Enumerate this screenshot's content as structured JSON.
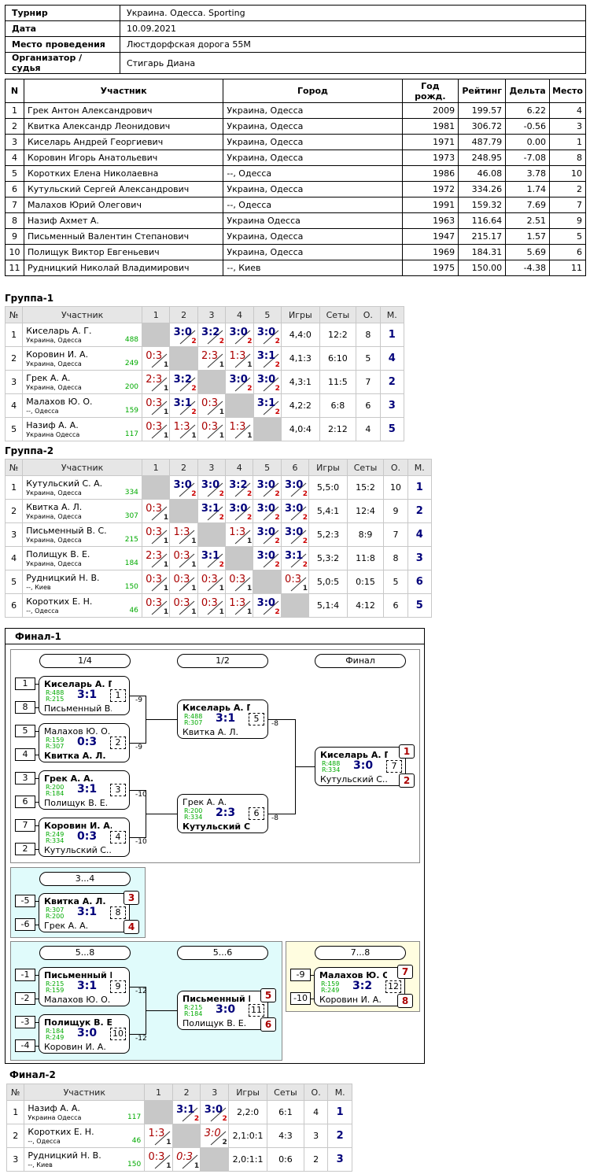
{
  "info": [
    {
      "k": "Турнир",
      "v": "Украина. Одесса. Sporting"
    },
    {
      "k": "Дата",
      "v": "10.09.2021"
    },
    {
      "k": "Место проведения",
      "v": "Люстдорфская дорога 55М"
    },
    {
      "k": "Организатор / судья",
      "v": "Стигарь Диана"
    }
  ],
  "players": {
    "headers": [
      "N",
      "Участник",
      "Город",
      "Год рожд.",
      "Рейтинг",
      "Дельта",
      "Место"
    ],
    "rows": [
      [
        "1",
        "Грек Антон Александрович",
        "Украина, Одесса",
        "2009",
        "199.57",
        "6.22",
        "4"
      ],
      [
        "2",
        "Квитка Александр Леонидович",
        "Украина, Одесса",
        "1981",
        "306.72",
        "-0.56",
        "3"
      ],
      [
        "3",
        "Киселарь Андрей Георгиевич",
        "Украина, Одесса",
        "1971",
        "487.79",
        "0.00",
        "1"
      ],
      [
        "4",
        "Коровин Игорь Анатольевич",
        "Украина, Одесса",
        "1973",
        "248.95",
        "-7.08",
        "8"
      ],
      [
        "5",
        "Коротких Елена Николаевна",
        "--, Одесса",
        "1986",
        "46.08",
        "3.78",
        "10"
      ],
      [
        "6",
        "Кутульский Сергей Александрович",
        "Украина, Одесса",
        "1972",
        "334.26",
        "1.74",
        "2"
      ],
      [
        "7",
        "Малахов Юрий Олегович",
        "--, Одесса",
        "1991",
        "159.32",
        "7.69",
        "7"
      ],
      [
        "8",
        "Назиф Ахмет А.",
        "Украина Одесса",
        "1963",
        "116.64",
        "2.51",
        "9"
      ],
      [
        "9",
        "Письменный Валентин Степанович",
        "Украина, Одесса",
        "1947",
        "215.17",
        "1.57",
        "5"
      ],
      [
        "10",
        "Полищук Виктор Евгеньевич",
        "Украина, Одесса",
        "1969",
        "184.31",
        "5.69",
        "6"
      ],
      [
        "11",
        "Рудницкий Николай Владимирович",
        "--, Киев",
        "1975",
        "150.00",
        "-4.38",
        "11"
      ]
    ]
  },
  "group1": {
    "title": "Группа-1",
    "headers": [
      "№",
      "Участник",
      "1",
      "2",
      "3",
      "4",
      "5",
      "Игры",
      "Сеты",
      "О.",
      "М."
    ],
    "rows": [
      {
        "n": "1",
        "name": "Киселарь А. Г.",
        "city": "Украина, Одесса",
        "rating": "488",
        "res": [
          null,
          [
            "3:0",
            "2",
            "w"
          ],
          [
            "3:2",
            "2",
            "w"
          ],
          [
            "3:0",
            "2",
            "w"
          ],
          [
            "3:0",
            "2",
            "w"
          ]
        ],
        "games": "4,4:0",
        "sets": "12:2",
        "pts": "8",
        "place": "1"
      },
      {
        "n": "2",
        "name": "Коровин И. А.",
        "city": "Украина, Одесса",
        "rating": "249",
        "res": [
          [
            "0:3",
            "1",
            "l"
          ],
          null,
          [
            "2:3",
            "1",
            "l"
          ],
          [
            "1:3",
            "1",
            "l"
          ],
          [
            "3:1",
            "2",
            "w"
          ]
        ],
        "games": "4,1:3",
        "sets": "6:10",
        "pts": "5",
        "place": "4"
      },
      {
        "n": "3",
        "name": "Грек А. А.",
        "city": "Украина, Одесса",
        "rating": "200",
        "res": [
          [
            "2:3",
            "1",
            "l"
          ],
          [
            "3:2",
            "2",
            "w"
          ],
          null,
          [
            "3:0",
            "2",
            "w"
          ],
          [
            "3:0",
            "2",
            "w"
          ]
        ],
        "games": "4,3:1",
        "sets": "11:5",
        "pts": "7",
        "place": "2"
      },
      {
        "n": "4",
        "name": "Малахов Ю. О.",
        "city": "--, Одесса",
        "rating": "159",
        "res": [
          [
            "0:3",
            "1",
            "l"
          ],
          [
            "3:1",
            "2",
            "w"
          ],
          [
            "0:3",
            "1",
            "l"
          ],
          null,
          [
            "3:1",
            "2",
            "w"
          ]
        ],
        "games": "4,2:2",
        "sets": "6:8",
        "pts": "6",
        "place": "3"
      },
      {
        "n": "5",
        "name": "Назиф А. А.",
        "city": "Украина Одесса",
        "rating": "117",
        "res": [
          [
            "0:3",
            "1",
            "l"
          ],
          [
            "1:3",
            "1",
            "l"
          ],
          [
            "0:3",
            "1",
            "l"
          ],
          [
            "1:3",
            "1",
            "l"
          ],
          null
        ],
        "games": "4,0:4",
        "sets": "2:12",
        "pts": "4",
        "place": "5"
      }
    ]
  },
  "group2": {
    "title": "Группа-2",
    "headers": [
      "№",
      "Участник",
      "1",
      "2",
      "3",
      "4",
      "5",
      "6",
      "Игры",
      "Сеты",
      "О.",
      "М."
    ],
    "rows": [
      {
        "n": "1",
        "name": "Кутульский С. А.",
        "city": "Украина, Одесса",
        "rating": "334",
        "res": [
          null,
          [
            "3:0",
            "2",
            "w"
          ],
          [
            "3:0",
            "2",
            "w"
          ],
          [
            "3:2",
            "2",
            "w"
          ],
          [
            "3:0",
            "2",
            "w"
          ],
          [
            "3:0",
            "2",
            "w"
          ]
        ],
        "games": "5,5:0",
        "sets": "15:2",
        "pts": "10",
        "place": "1"
      },
      {
        "n": "2",
        "name": "Квитка А. Л.",
        "city": "Украина, Одесса",
        "rating": "307",
        "res": [
          [
            "0:3",
            "1",
            "l"
          ],
          null,
          [
            "3:1",
            "2",
            "w"
          ],
          [
            "3:0",
            "2",
            "w"
          ],
          [
            "3:0",
            "2",
            "w"
          ],
          [
            "3:0",
            "2",
            "w"
          ]
        ],
        "games": "5,4:1",
        "sets": "12:4",
        "pts": "9",
        "place": "2"
      },
      {
        "n": "3",
        "name": "Письменный В. С.",
        "city": "Украина, Одесса",
        "rating": "215",
        "res": [
          [
            "0:3",
            "1",
            "l"
          ],
          [
            "1:3",
            "1",
            "l"
          ],
          null,
          [
            "1:3",
            "1",
            "l"
          ],
          [
            "3:0",
            "2",
            "w"
          ],
          [
            "3:0",
            "2",
            "w"
          ]
        ],
        "games": "5,2:3",
        "sets": "8:9",
        "pts": "7",
        "place": "4"
      },
      {
        "n": "4",
        "name": "Полищук В. Е.",
        "city": "Украина, Одесса",
        "rating": "184",
        "res": [
          [
            "2:3",
            "1",
            "l"
          ],
          [
            "0:3",
            "1",
            "l"
          ],
          [
            "3:1",
            "2",
            "w"
          ],
          null,
          [
            "3:0",
            "2",
            "w"
          ],
          [
            "3:1",
            "2",
            "w"
          ]
        ],
        "games": "5,3:2",
        "sets": "11:8",
        "pts": "8",
        "place": "3"
      },
      {
        "n": "5",
        "name": "Рудницкий Н. В.",
        "city": "--, Киев",
        "rating": "150",
        "res": [
          [
            "0:3",
            "1",
            "l"
          ],
          [
            "0:3",
            "1",
            "l"
          ],
          [
            "0:3",
            "1",
            "l"
          ],
          [
            "0:3",
            "1",
            "l"
          ],
          null,
          [
            "0:3",
            "1",
            "l"
          ]
        ],
        "games": "5,0:5",
        "sets": "0:15",
        "pts": "5",
        "place": "6"
      },
      {
        "n": "6",
        "name": "Коротких Е. Н.",
        "city": "--, Одесса",
        "rating": "46",
        "res": [
          [
            "0:3",
            "1",
            "l"
          ],
          [
            "0:3",
            "1",
            "l"
          ],
          [
            "0:3",
            "1",
            "l"
          ],
          [
            "1:3",
            "1",
            "l"
          ],
          [
            "3:0",
            "2",
            "w"
          ],
          null
        ],
        "games": "5,1:4",
        "sets": "4:12",
        "pts": "6",
        "place": "5"
      }
    ]
  },
  "final1": {
    "title": "Финал-1",
    "rounds": [
      "1/4",
      "1/2",
      "Финал",
      "3...4",
      "5...8",
      "5...6",
      "7...8"
    ],
    "qf": [
      {
        "s1": "1",
        "s2": "8",
        "p1": "Киселарь А. Г.",
        "r1": "R:488",
        "p2": "Письменный В....",
        "r2": "R:215",
        "score": "3:1",
        "num": "1",
        "lose": "-9"
      },
      {
        "s1": "5",
        "s2": "4",
        "p1": "Малахов Ю. О.",
        "r1": "R:159",
        "p2": "Квитка А. Л.",
        "r2": "R:307",
        "score": "0:3",
        "num": "2",
        "lose": "-9"
      },
      {
        "s1": "3",
        "s2": "6",
        "p1": "Грек А. А.",
        "r1": "R:200",
        "p2": "Полищук В. Е.",
        "r2": "R:184",
        "score": "3:1",
        "num": "3",
        "lose": "-10"
      },
      {
        "s1": "7",
        "s2": "2",
        "p1": "Коровин И. А.",
        "r1": "R:249",
        "p2": "Кутульский С....",
        "r2": "R:334",
        "score": "0:3",
        "num": "4",
        "lose": "-10"
      }
    ],
    "sf": [
      {
        "p1": "Киселарь А. Г.",
        "r1": "R:488",
        "p2": "Квитка А. Л.",
        "r2": "R:307",
        "score": "3:1",
        "num": "5",
        "lose": "-8"
      },
      {
        "p1": "Грек А. А.",
        "r1": "R:200",
        "p2": "Кутульский С....",
        "r2": "R:334",
        "score": "2:3",
        "num": "6",
        "lose": "-8"
      }
    ],
    "final": {
      "p1": "Киселарь А. Г.",
      "r1": "R:488",
      "p2": "Кутульский С....",
      "r2": "R:334",
      "score": "3:0",
      "num": "7",
      "pl1": "1",
      "pl2": "2"
    },
    "third": {
      "s1": "-5",
      "s2": "-6",
      "p1": "Квитка А. Л.",
      "r1": "R:307",
      "p2": "Грек А. А.",
      "r2": "R:200",
      "score": "3:1",
      "num": "8",
      "pl1": "3",
      "pl2": "4"
    },
    "fifth_sf": [
      {
        "s1": "-1",
        "s2": "-2",
        "p1": "Письменный В....",
        "r1": "R:215",
        "p2": "Малахов Ю. О.",
        "r2": "R:159",
        "score": "3:1",
        "num": "9",
        "lose": "-12"
      },
      {
        "s1": "-3",
        "s2": "-4",
        "p1": "Полищук В. Е.",
        "r1": "R:184",
        "p2": "Коровин И. А.",
        "r2": "R:249",
        "score": "3:0",
        "num": "10",
        "lose": "-12"
      }
    ],
    "fifth": {
      "p1": "Письменный В....",
      "r1": "R:215",
      "p2": "Полищук В. Е.",
      "r2": "R:184",
      "score": "3:0",
      "num": "11",
      "pl1": "5",
      "pl2": "6"
    },
    "seventh": {
      "s1": "-9",
      "s2": "-10",
      "p1": "Малахов Ю. О.",
      "r1": "R:159",
      "p2": "Коровин И. А.",
      "r2": "R:249",
      "score": "3:2",
      "num": "12",
      "pl1": "7",
      "pl2": "8"
    }
  },
  "group3": {
    "title": "Финал-2",
    "headers": [
      "№",
      "Участник",
      "1",
      "2",
      "3",
      "Игры",
      "Сеты",
      "О.",
      "М."
    ],
    "rows": [
      {
        "n": "1",
        "name": "Назиф А. А.",
        "city": "Украина Одесса",
        "rating": "117",
        "res": [
          null,
          [
            "3:1",
            "2",
            "w"
          ],
          [
            "3:0",
            "2",
            "w"
          ]
        ],
        "games": "2,2:0",
        "sets": "6:1",
        "pts": "4",
        "place": "1"
      },
      {
        "n": "2",
        "name": "Коротких Е. Н.",
        "city": "--, Одесса",
        "rating": "46",
        "res": [
          [
            "1:3",
            "1",
            "l"
          ],
          null,
          [
            "3:0",
            "2",
            "t"
          ]
        ],
        "games": "2,1:0:1",
        "sets": "4:3",
        "pts": "3",
        "place": "2"
      },
      {
        "n": "3",
        "name": "Рудницкий Н. В.",
        "city": "--, Киев",
        "rating": "150",
        "res": [
          [
            "0:3",
            "1",
            "l"
          ],
          [
            "0:3",
            "1",
            "t"
          ],
          null
        ],
        "games": "2,0:1:1",
        "sets": "0:6",
        "pts": "2",
        "place": "3"
      }
    ]
  },
  "colors": {
    "win": "#00007a",
    "loss": "#aa0000",
    "self": "#c8c8c8",
    "bracket_cyan": "#e0fbfb",
    "bracket_yellow": "#fffde0"
  }
}
